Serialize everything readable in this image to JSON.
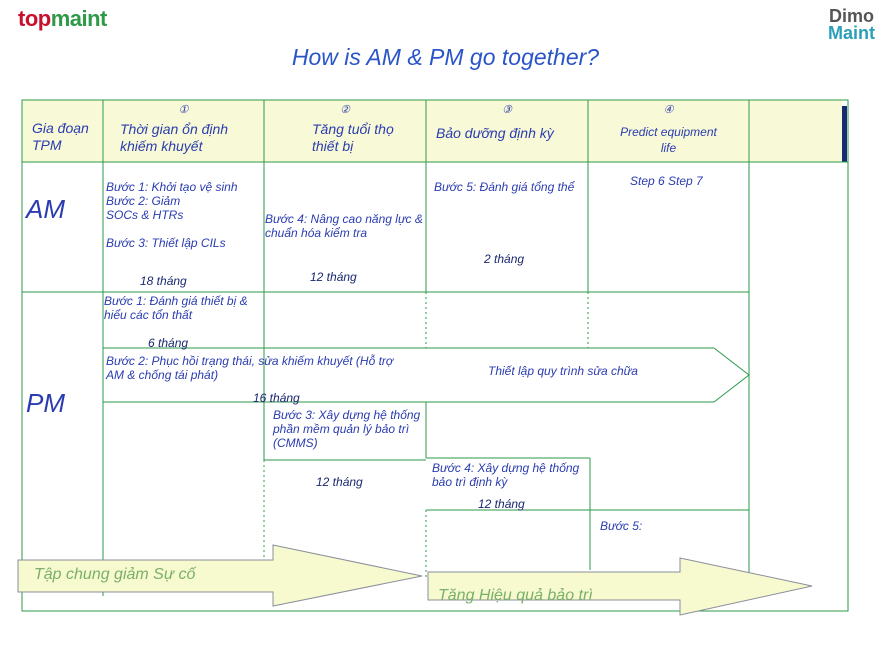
{
  "brand_left_part1": "top",
  "brand_left_part2": "maint",
  "brand_right_line1": "Dimo",
  "brand_right_line2": "Maint",
  "title": "How is AM & PM go together?",
  "header": {
    "col0": "Gia đoạn TPM",
    "col1_num": "①",
    "col1": "Thời gian ổn định khiếm khuyết",
    "col2_num": "②",
    "col2": "Tăng tuổi thọ thiết bị",
    "col3_num": "③",
    "col3": "Bảo dưỡng định kỳ",
    "col4_num": "④",
    "col4": "Predict equipment life"
  },
  "am": {
    "label": "AM",
    "steps_1_3": "Bước 1: Khởi tạo vệ sinh\nBước 2: Giảm\nSOCs & HTRs\n\nBước 3: Thiết lập CILs",
    "dur_1_3": "18 tháng",
    "step4": "Bước 4: Nâng cao năng lực & chuẩn hóa kiểm tra",
    "dur4": "12 tháng",
    "step5": "Bước 5: Đánh giá tổng thể",
    "dur5": "2 tháng",
    "step67": "Step 6 Step 7"
  },
  "pm": {
    "label": "PM",
    "step1": "Bước 1: Đánh giá thiết bị & hiểu các tổn thất",
    "dur1": "6 tháng",
    "step2": "Bước 2: Phục hồi trạng thái, sửa khiếm khuyết (Hỗ trợ AM & chống tái phát)",
    "dur2": "16 tháng",
    "repair": "Thiết lập quy trình sửa chữa",
    "step3": "Bước 3: Xây dựng hệ thống phần mềm quản lý bảo trì (CMMS)",
    "dur3": "12 tháng",
    "step4": "Bước 4: Xây dựng hệ thống bảo trì định kỳ",
    "dur4": "12 tháng",
    "step5": "Bước 5:"
  },
  "arrow_left": "Tập chung giảm Sự cố",
  "arrow_right": "Tăng Hiệu quả bảo trì",
  "colors": {
    "line": "#2e9a48",
    "text": "#2a3cb0",
    "header_bg": "#f8f9d6",
    "arrow_bg": "#f7f9cf"
  }
}
